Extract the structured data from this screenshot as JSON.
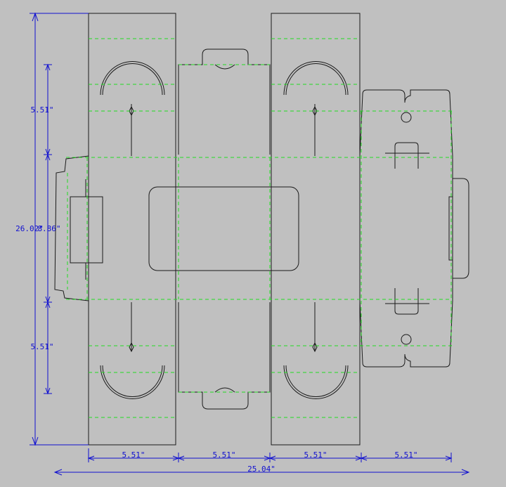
{
  "colors": {
    "background": "#c0c0c0",
    "cut_line": "#1a1a1a",
    "fold_line": "#22dd22",
    "dimension": "#1010d0"
  },
  "dimensions": {
    "panel_width_1": "5.51\"",
    "panel_width_2": "5.51\"",
    "panel_width_3": "5.51\"",
    "panel_width_4": "5.51\"",
    "total_width": "25.04\"",
    "overall_height": "26.02\"",
    "upper_flap": "5.51\"",
    "center_height": "8.86\"",
    "lower_flap": "5.51\""
  }
}
